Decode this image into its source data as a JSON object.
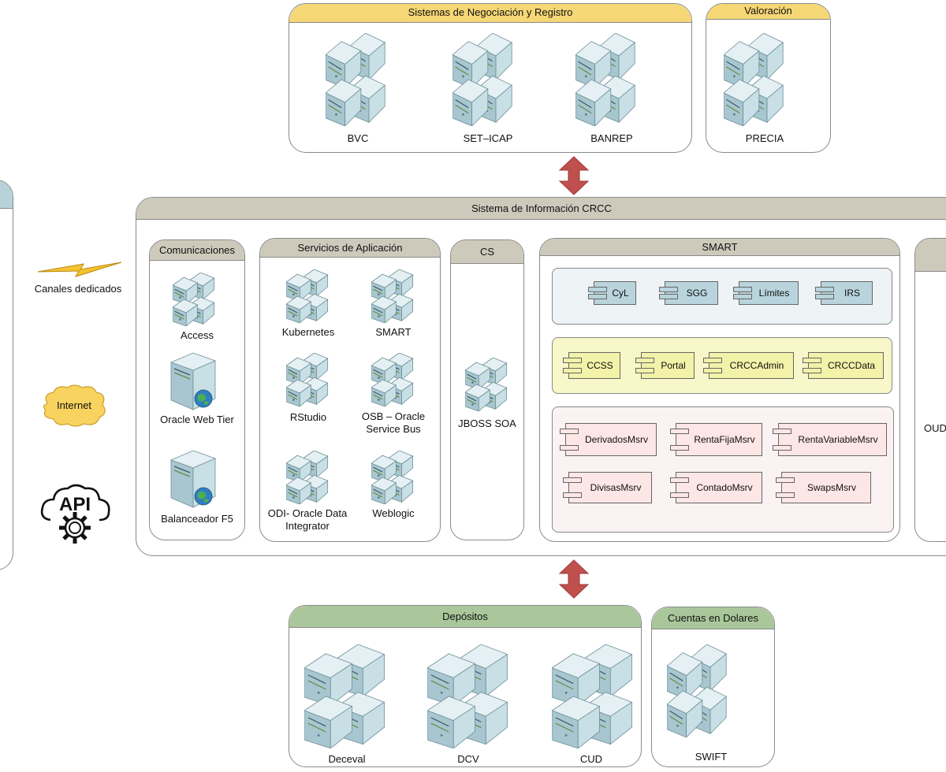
{
  "top": {
    "negociacion": {
      "title": "Sistemas de Negociación y Registro",
      "servers": [
        "BVC",
        "SET–ICAP",
        "BANREP"
      ]
    },
    "valoracion": {
      "title": "Valoración",
      "servers": [
        "PRECIA"
      ]
    }
  },
  "channels": {
    "dedicated": "Canales dedicados",
    "internet": "Internet",
    "api": "API"
  },
  "crcc": {
    "title": "Sistema de Información CRCC",
    "comunicaciones": {
      "title": "Comunicaciones",
      "items": [
        "Access",
        "Oracle Web Tier",
        "Balanceador F5"
      ]
    },
    "servicios": {
      "title": "Servicios de Aplicación",
      "items": [
        "Kubernetes",
        "SMART",
        "RStudio",
        "OSB – Oracle Service Bus",
        "ODI- Oracle Data Integrator",
        "Weblogic"
      ]
    },
    "cs": {
      "title": "CS",
      "items": [
        "JBOSS SOA"
      ]
    },
    "smart": {
      "title": "SMART",
      "blue": [
        "CyL",
        "SGG",
        "Límites",
        "IRS"
      ],
      "yellow": [
        "CCSS",
        "Portal",
        "CRCCAdmin",
        "CRCCData"
      ],
      "pink": [
        "DerivadosMsrv",
        "RentaFijaMsrv",
        "RentaVariableMsrv",
        "DivisasMsrv",
        "ContadoMsrv",
        "SwapsMsrv"
      ]
    },
    "right_partial": {
      "label": "OUD"
    }
  },
  "bottom": {
    "depositos": {
      "title": "Depósitos",
      "servers": [
        "Deceval",
        "DCV",
        "CUD"
      ]
    },
    "cuentas": {
      "title": "Cuentas en Dolares",
      "servers": [
        "SWIFT"
      ]
    }
  },
  "colors": {
    "yellow": "#f6d776",
    "green": "#a9c79a",
    "taupe": "#cdcabb",
    "arrow": "#c0504d"
  }
}
